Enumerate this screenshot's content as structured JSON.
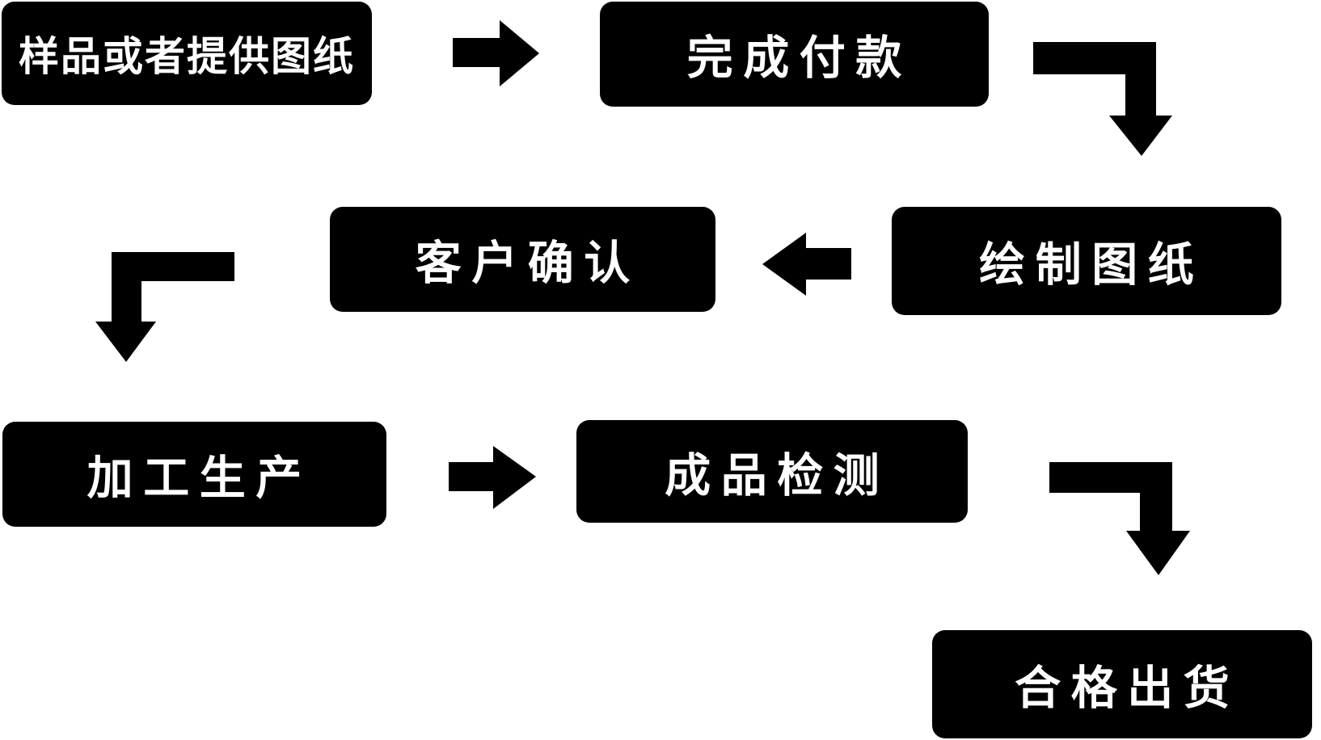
{
  "diagram": {
    "type": "flowchart",
    "background_color": "#ffffff",
    "node_fill_color": "#000000",
    "node_text_color": "#ffffff",
    "arrow_color": "#000000",
    "nodes": [
      {
        "id": "sample-or-drawings",
        "label": "样品或者提供图纸"
      },
      {
        "id": "complete-payment",
        "label": "完成付款"
      },
      {
        "id": "customer-confirmation",
        "label": "客户确认"
      },
      {
        "id": "draw-drawings",
        "label": "绘制图纸"
      },
      {
        "id": "processing-production",
        "label": "加工生产"
      },
      {
        "id": "product-inspection",
        "label": "成品检测"
      },
      {
        "id": "qualified-shipment",
        "label": "合格出货"
      }
    ],
    "edges": [
      {
        "from": "sample-or-drawings",
        "to": "complete-payment",
        "shape": "straight-right"
      },
      {
        "from": "complete-payment",
        "to": "draw-drawings",
        "shape": "bent-right-down"
      },
      {
        "from": "draw-drawings",
        "to": "customer-confirmation",
        "shape": "straight-left"
      },
      {
        "from": "customer-confirmation",
        "to": "processing-production",
        "shape": "bent-left-down"
      },
      {
        "from": "processing-production",
        "to": "product-inspection",
        "shape": "straight-right"
      },
      {
        "from": "product-inspection",
        "to": "qualified-shipment",
        "shape": "bent-right-down"
      }
    ]
  }
}
